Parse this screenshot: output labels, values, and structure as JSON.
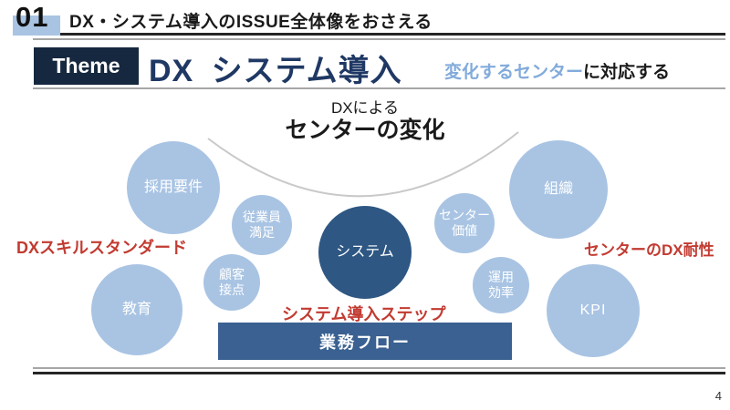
{
  "header": {
    "index": "01",
    "title": "DX・システム導入のISSUE全体像をおさえる"
  },
  "theme": {
    "badge_label": "Theme",
    "title": "DX システム導入",
    "subtitle_highlight": "変化するセンター",
    "subtitle_rest": "に対応する"
  },
  "diagram": {
    "heading_line1": "DXによる",
    "heading_line2": "センターの変化",
    "center_bubble": "システム",
    "bubbles": [
      {
        "label": "採用要件"
      },
      {
        "label": "従業員\n満足"
      },
      {
        "label": "顧客\n接点"
      },
      {
        "label": "教育"
      },
      {
        "label": "センター\n価値"
      },
      {
        "label": "運用\n効率"
      },
      {
        "label": "組織"
      },
      {
        "label": "KPI"
      }
    ],
    "label_left": "DXスキルスタンダード",
    "label_center": "システム導入ステップ",
    "label_right": "センターのDX耐性",
    "bar_label": "業務フロー"
  },
  "footer": {
    "page_number": "4"
  },
  "colors": {
    "light_blue": "#a9c4e3",
    "dark_navy": "#16283f",
    "title_blue": "#1f3864",
    "subtitle_blue": "#82abdb",
    "center_circle_blue": "#2e5783",
    "bar_blue": "#3a6191",
    "accent_red": "#c23b31",
    "line_dark": "#262626",
    "line_gray": "#a6a6a6",
    "arc_gray": "#c9c9c9"
  }
}
